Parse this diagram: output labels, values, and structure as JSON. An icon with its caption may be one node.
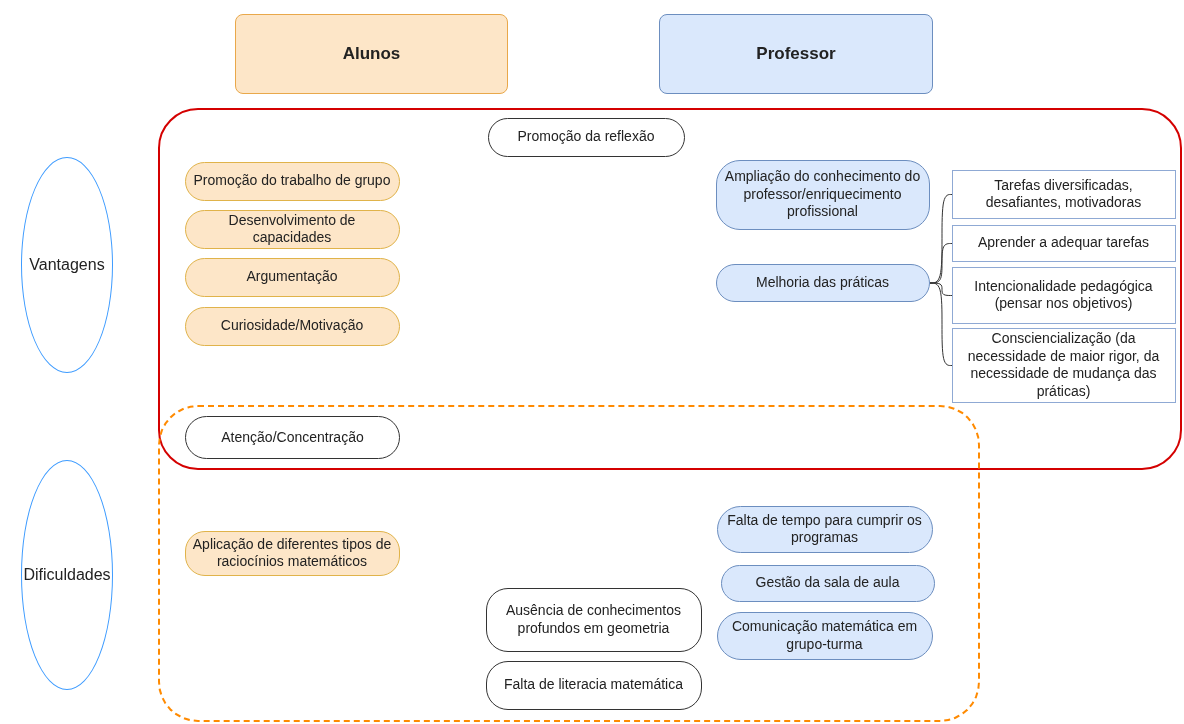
{
  "diagram": {
    "nodes": [
      {
        "text": [
          "Alunos"
        ]
      },
      {
        "text": [
          "Professor"
        ]
      },
      {
        "text": [
          "Vantagens"
        ]
      },
      {
        "text": [
          "Dificuldades"
        ]
      },
      {
        "text": [],
        "shape": "box"
      },
      {
        "text": [],
        "shape": "box"
      },
      {
        "text": [
          "Promoção da reflexão"
        ],
        "in": 4
      },
      {
        "text": [
          "Promoção do trabalho de grupo"
        ],
        "in": 4
      },
      {
        "text": [
          "Desenvolvimento de capacidades"
        ],
        "in": 4
      },
      {
        "text": [
          "Argumentação"
        ],
        "in": 4
      },
      {
        "text": [
          "Curiosidade/Motivação"
        ],
        "in": 4
      },
      {
        "text": [
          "Ampliação do conhecimento do professor/enriquecimento profissional"
        ],
        "in": 4
      },
      {
        "text": [
          "Melhoria das práticas"
        ],
        "in": 4
      },
      {
        "text": [
          "Tarefas diversificadas, desafiantes, motivadoras"
        ],
        "in": 4
      },
      {
        "text": [
          "Aprender a adequar tarefas"
        ],
        "in": 4
      },
      {
        "text": [
          "Intencionalidade pedagógica (pensar nos objetivos)"
        ],
        "in": 4
      },
      {
        "text": [
          "Consciencialização (da necessidade de maior rigor, da necessidade de mudança das práticas)"
        ],
        "in": 4
      },
      {
        "text": [
          "Atenção/Concentração"
        ]
      },
      {
        "text": [
          "Aplicação de diferentes tipos de raciocínios matemáticos"
        ],
        "in": 5
      },
      {
        "text": [
          "Falta de tempo para cumprir os programas"
        ],
        "in": 5
      },
      {
        "text": [
          "Gestão da sala de aula"
        ],
        "in": 5
      },
      {
        "text": [
          "Comunicação matemática em grupo-turma"
        ],
        "in": 5
      },
      {
        "text": [
          "Ausência de conhecimentos profundos em geometria"
        ],
        "in": 5
      },
      {
        "text": [
          "Falta de literacia matemática"
        ],
        "in": 5
      }
    ],
    "edges": [
      {
        "from": 12,
        "to": 13,
        "arrow": "none"
      },
      {
        "from": 12,
        "to": 14,
        "arrow": "none"
      },
      {
        "from": 12,
        "to": 15,
        "arrow": "none"
      },
      {
        "from": 12,
        "to": 16,
        "arrow": "none"
      }
    ]
  }
}
